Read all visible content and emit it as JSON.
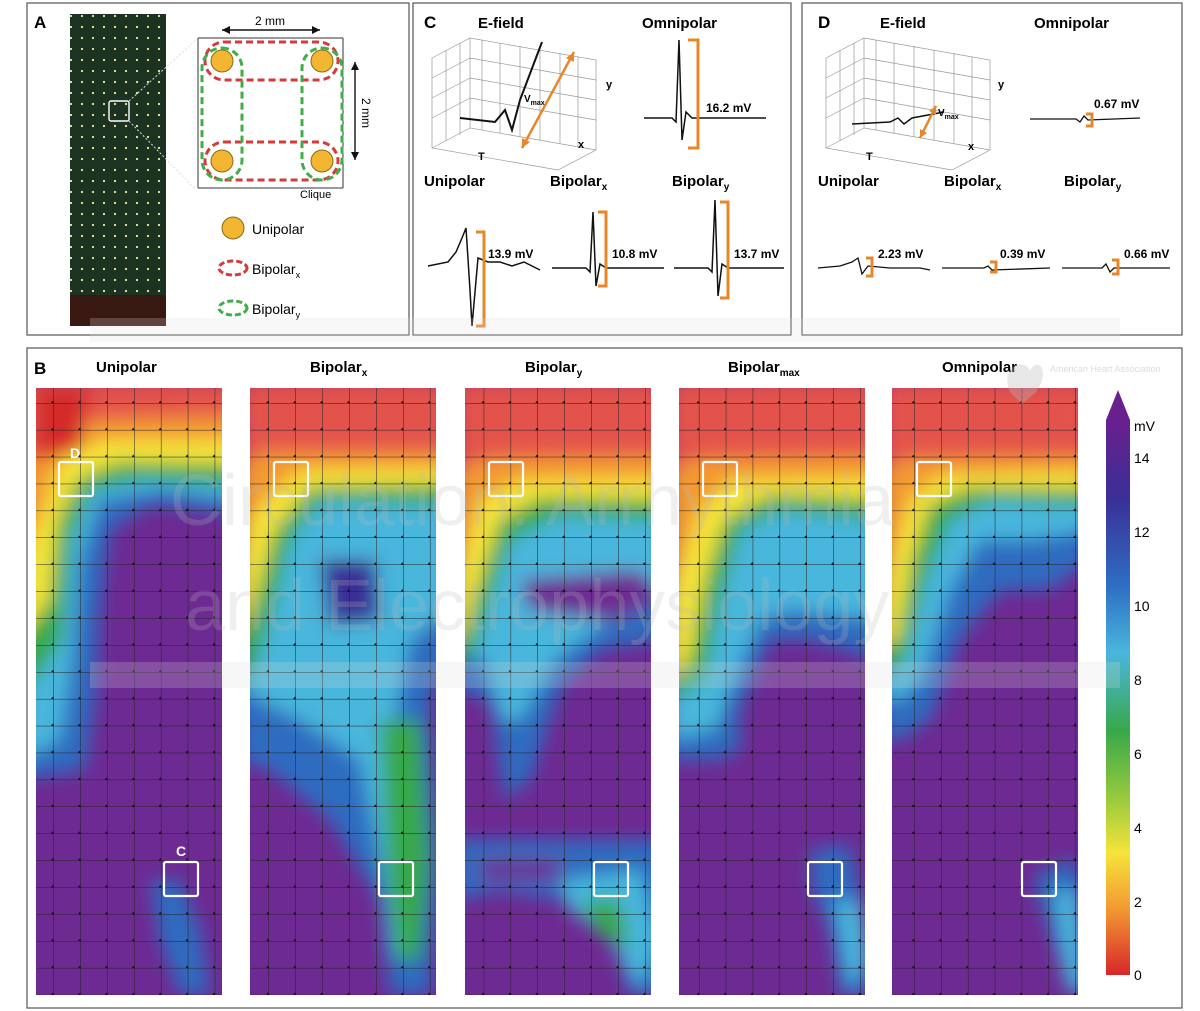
{
  "panelA": {
    "letter": "A",
    "dim_h": "2 mm",
    "dim_v": "2 mm",
    "clique": "Clique",
    "legend": [
      {
        "label": "Unipolar",
        "sub": ""
      },
      {
        "label": "Bipolar",
        "sub": "x"
      },
      {
        "label": "Bipolar",
        "sub": "y"
      }
    ]
  },
  "panelC": {
    "letter": "C",
    "efield": "E-field",
    "omni": "Omnipolar",
    "vmax": "V",
    "vmax_sub": "max",
    "axis_y": "y",
    "axis_x": "x",
    "axis_t": "T",
    "omni_value": "16.2 mV",
    "unipolar": "Unipolar",
    "bipolar": "Bipolar",
    "sub_x": "x",
    "sub_y": "y",
    "uni_value": "13.9 mV",
    "bx_value": "10.8 mV",
    "by_value": "13.7 mV"
  },
  "panelD": {
    "letter": "D",
    "efield": "E-field",
    "omni": "Omnipolar",
    "vmax": "V",
    "vmax_sub": "max",
    "axis_y": "y",
    "axis_x": "x",
    "axis_t": "T",
    "omni_value": "0.67 mV",
    "unipolar": "Unipolar",
    "bipolar": "Bipolar",
    "sub_x": "x",
    "sub_y": "y",
    "uni_value": "2.23 mV",
    "bx_value": "0.39 mV",
    "by_value": "0.66 mV"
  },
  "panelB": {
    "letter": "B",
    "maps": [
      {
        "title": "Unipolar",
        "sub": ""
      },
      {
        "title": "Bipolar",
        "sub": "x"
      },
      {
        "title": "Bipolar",
        "sub": "y"
      },
      {
        "title": "Bipolar",
        "sub": "max"
      },
      {
        "title": "Omnipolar",
        "sub": ""
      }
    ],
    "marker_c": "C",
    "marker_d": "D",
    "colorbar": {
      "unit": "mV",
      "ticks": [
        "14",
        "12",
        "10",
        "8",
        "6",
        "4",
        "2",
        "0"
      ]
    },
    "watermark_logo": "American Heart Association",
    "watermark_line1": "Circulation: Arrhythmia",
    "watermark_line2": "and Electrophysiology"
  },
  "colors": {
    "orange": "#e8872a",
    "red_clique": "#d63a3a",
    "green_clique": "#3fae49",
    "electrode": "#f2b632",
    "purple": "#6e2a93",
    "red_map": "#e4524b"
  }
}
